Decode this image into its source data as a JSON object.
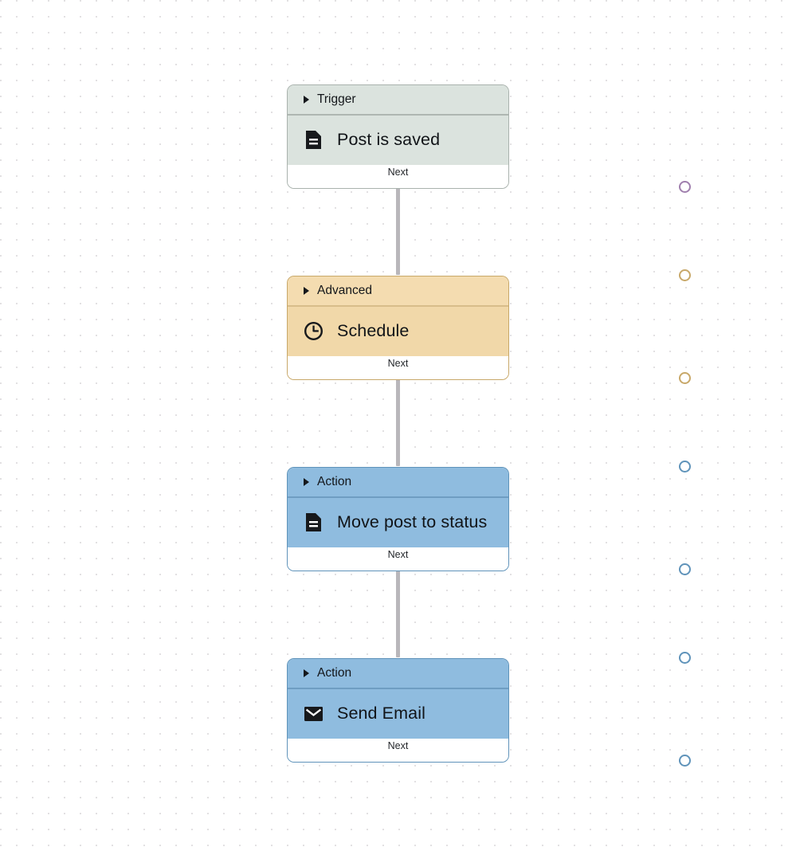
{
  "canvas": {
    "background_color": "#ffffff",
    "dot_color": "#e2e0e1",
    "dot_spacing": 20,
    "connector_color": "#b9b7bb"
  },
  "nodes": [
    {
      "id": "trigger-post-is-saved",
      "header_label": "Trigger",
      "title": "Post is saved",
      "icon": "document-icon",
      "footer_label": "Next",
      "header_color": "#dbe3de",
      "body_color": "#dbe3de",
      "border_color": "#a9b2ad",
      "out_port_color": "#a07fae",
      "in_port_color": ""
    },
    {
      "id": "advanced-schedule",
      "header_label": "Advanced",
      "title": "Schedule",
      "icon": "clock-icon",
      "footer_label": "Next",
      "header_color": "#f4dcb0",
      "body_color": "#f1d8a9",
      "border_color": "#c8a869",
      "in_port_color": "#c8a869",
      "out_port_color": "#c8a869"
    },
    {
      "id": "action-move-post-to-status",
      "header_label": "Action",
      "title": "Move post to status",
      "icon": "document-icon",
      "footer_label": "Next",
      "header_color": "#8fbcdf",
      "body_color": "#8fbcdf",
      "border_color": "#5f93ba",
      "in_port_color": "#5f93ba",
      "out_port_color": "#5f93ba"
    },
    {
      "id": "action-send-email",
      "header_label": "Action",
      "title": "Send Email",
      "icon": "envelope-icon",
      "footer_label": "Next",
      "header_color": "#8fbcdf",
      "body_color": "#8fbcdf",
      "border_color": "#5f93ba",
      "in_port_color": "#5f93ba",
      "out_port_color": "#5f93ba"
    }
  ],
  "connectors": [
    {
      "from": "trigger-post-is-saved",
      "to": "advanced-schedule"
    },
    {
      "from": "advanced-schedule",
      "to": "action-move-post-to-status"
    },
    {
      "from": "action-move-post-to-status",
      "to": "action-send-email"
    }
  ]
}
